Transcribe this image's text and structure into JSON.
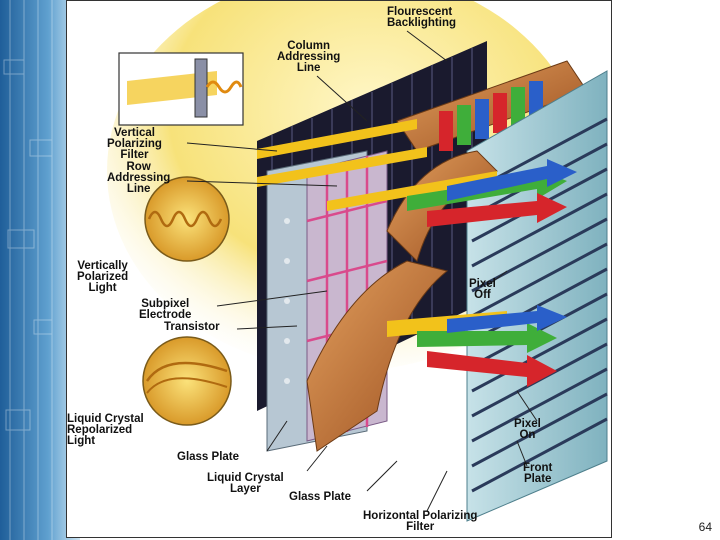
{
  "slide": {
    "page_number": "64"
  },
  "diagram": {
    "labels": {
      "flourescent_backlighting": [
        "Flourescent",
        "Backlighting"
      ],
      "column_addressing_line": [
        "Column",
        "Addressing",
        "Line"
      ],
      "vertical_polarizing_filter": [
        "Vertical",
        "Polarizing",
        "Filter"
      ],
      "row_addressing_line": [
        "Row",
        "Addressing",
        "Line"
      ],
      "vertically_polarized_light": [
        "Vertically",
        "Polarized",
        "Light"
      ],
      "subpixel_electrode": [
        "Subpixel",
        "Electrode"
      ],
      "transistor": "Transistor",
      "pixel_off": [
        "Pixel",
        "Off"
      ],
      "liquid_crystal_repolarized_light": [
        "Liquid Crystal",
        "Repolarized",
        "Light"
      ],
      "pixel_on": [
        "Pixel",
        "On"
      ],
      "glass_plate_back": "Glass Plate",
      "liquid_crystal_layer": [
        "Liquid Crystal",
        "Layer"
      ],
      "front_plate": [
        "Front",
        "Plate"
      ],
      "glass_plate_front": "Glass Plate",
      "horizontal_polarizing_filter": [
        "Horizontal Polarizing",
        "Filter"
      ]
    },
    "colors": {
      "backlight_yellow": "#f7e27a",
      "grid_dark": "#1a1a2e",
      "electrode_pink": "#d94a8c",
      "crystal_orange": "#c8743a",
      "beam_yellow": "#f2c21b",
      "beam_green": "#3fae3a",
      "beam_blue": "#2a5fc9",
      "beam_red": "#d6252b",
      "glass_teal": "#9cc6cf",
      "slide_blue": "#2e6fa8"
    }
  }
}
